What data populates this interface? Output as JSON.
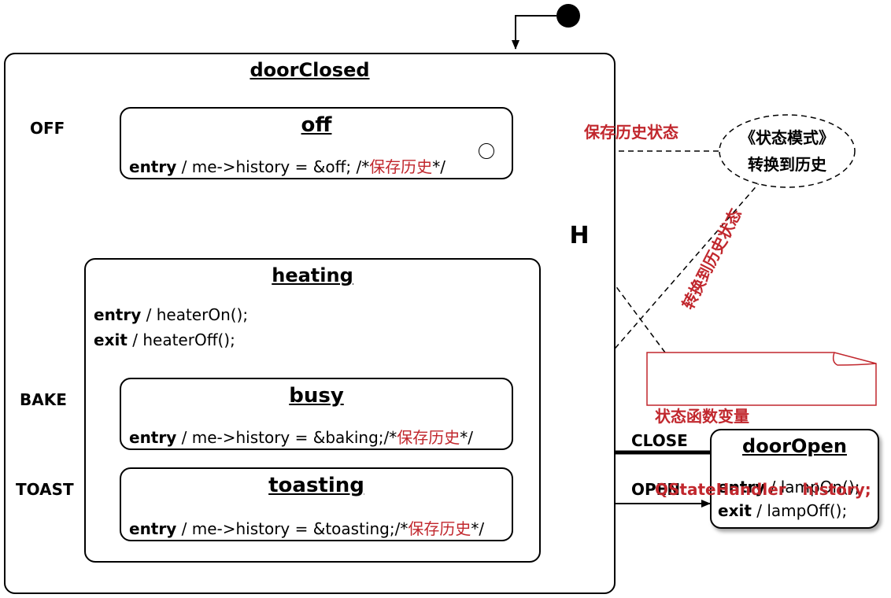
{
  "states": {
    "doorClosed": {
      "title": "doorClosed"
    },
    "off": {
      "title": "off",
      "entry_kw": "entry",
      "entry_code": " / me->history = &off; /*",
      "entry_comment": "保存历史",
      "entry_tail": "*/"
    },
    "heating": {
      "title": "heating",
      "entry_kw": "entry",
      "entry_action": " / heaterOn();",
      "exit_kw": "exit",
      "exit_action": " / heaterOff();"
    },
    "busy": {
      "title": "busy",
      "entry_kw": "entry",
      "entry_code": " / me->history = &baking;/*",
      "entry_comment": "保存历史",
      "entry_tail": "*/"
    },
    "toasting": {
      "title": "toasting",
      "entry_kw": "entry",
      "entry_code": " / me->history = &toasting;/*",
      "entry_comment": "保存历史",
      "entry_tail": "*/"
    },
    "doorOpen": {
      "title": "doorOpen",
      "entry_kw": "entry",
      "entry_action": " / lampOn();",
      "exit_kw": "exit",
      "exit_action": " / lampOff();"
    }
  },
  "transitions": {
    "off": "OFF",
    "bake": "BAKE",
    "toast": "TOAST",
    "close": "CLOSE",
    "open": "OPEN"
  },
  "history_symbol": "H",
  "annotations": {
    "save_history": "保存历史状态",
    "to_history": "转换到历史状态",
    "pattern_line1": "《状态模式》",
    "pattern_line2": "转换到历史",
    "note_line1": "状态函数变量",
    "note_line2": "QStateHandler   history;"
  },
  "colors": {
    "annotation_red": "#c1272d",
    "stroke": "#000000"
  }
}
